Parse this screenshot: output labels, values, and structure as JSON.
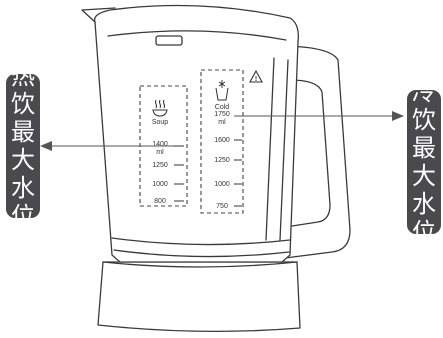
{
  "labels": {
    "hot_max": "热饮最大水位",
    "cold_max": "冷饮最大水位"
  },
  "scales": {
    "hot": {
      "icon": "steam-bowl-icon",
      "title": "Soup",
      "marks": [
        {
          "value": "1400",
          "unit": "ml"
        },
        {
          "value": "1250",
          "unit": ""
        },
        {
          "value": "1000",
          "unit": ""
        },
        {
          "value": "800",
          "unit": ""
        }
      ]
    },
    "cold": {
      "icon": "snowflake-cup-icon",
      "title": "Cold",
      "marks": [
        {
          "value": "1750",
          "unit": "ml"
        },
        {
          "value": "1600",
          "unit": ""
        },
        {
          "value": "1250",
          "unit": ""
        },
        {
          "value": "1000",
          "unit": ""
        },
        {
          "value": "750",
          "unit": ""
        }
      ]
    }
  },
  "warning_icon": "warning-triangle-icon",
  "colors": {
    "pill": "#4a4a4c",
    "line": "#444444"
  }
}
